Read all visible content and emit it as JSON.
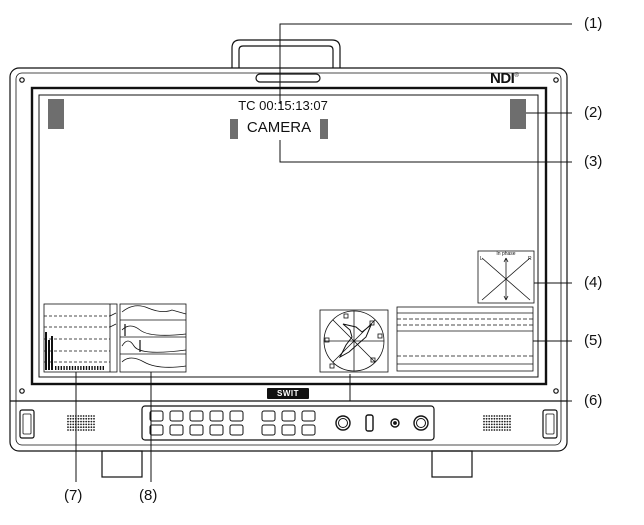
{
  "overlay": {
    "timecode": "TC 00:15:13:07",
    "source_label": "CAMERA",
    "audio_phase_label": "In phase",
    "phase_left": "L",
    "phase_right": "R"
  },
  "branding": {
    "top_logo": "NDI",
    "top_logo_mark": "®",
    "front_logo": "SWIT"
  },
  "callouts": {
    "c1": "(1)",
    "c2": "(2)",
    "c3": "(3)",
    "c4": "(4)",
    "c5": "(5)",
    "c6": "(6)",
    "c7": "(7)",
    "c8": "(8)"
  },
  "colors": {
    "outline": "#111111",
    "tally": "#6e6e6e",
    "background": "#ffffff"
  }
}
